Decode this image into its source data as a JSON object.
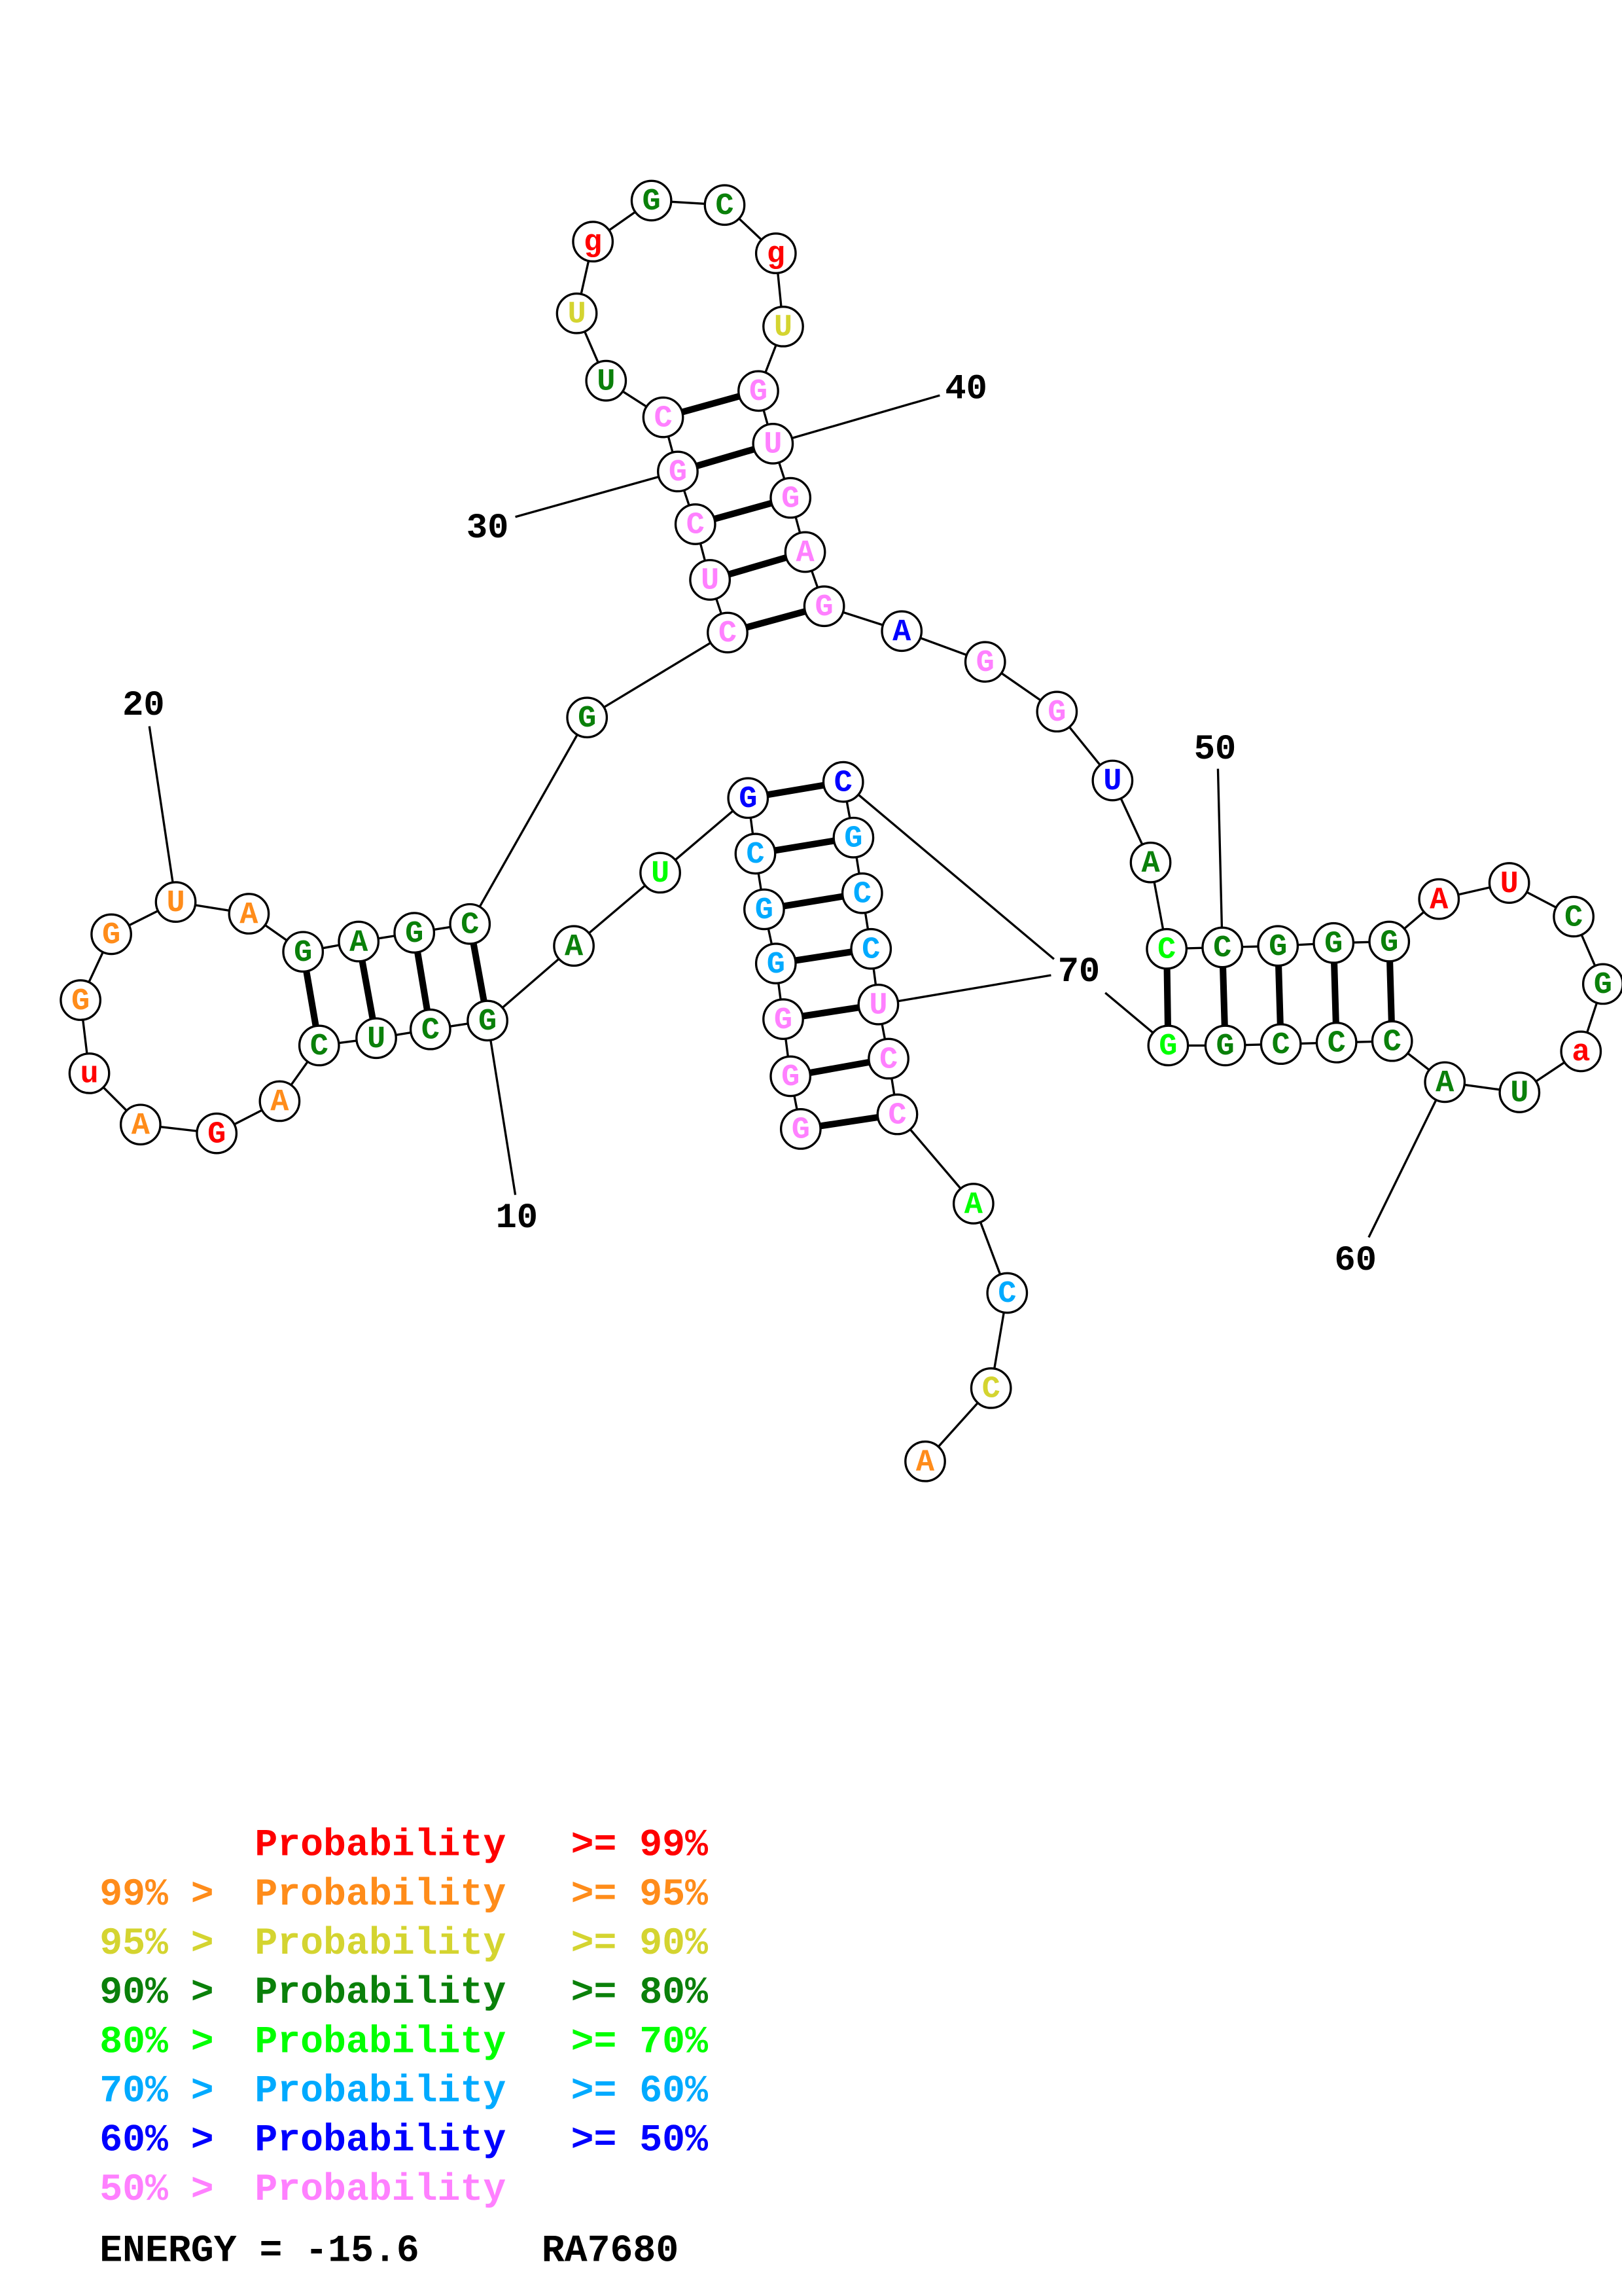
{
  "colors": [
    "#ff0000",
    "#ff8c1a",
    "#d4d430",
    "#0a800a",
    "#00ff00",
    "#00aaff",
    "#0000ff",
    "#ff80ff"
  ],
  "sequence": [
    {
      "n": "G",
      "c": 7
    },
    {
      "n": "G",
      "c": 7
    },
    {
      "n": "G",
      "c": 7
    },
    {
      "n": "G",
      "c": 5
    },
    {
      "n": "G",
      "c": 5
    },
    {
      "n": "C",
      "c": 5
    },
    {
      "n": "G",
      "c": 6
    },
    {
      "n": "U",
      "c": 4
    },
    {
      "n": "A",
      "c": 3
    },
    {
      "n": "G",
      "c": 3
    },
    {
      "n": "C",
      "c": 3
    },
    {
      "n": "U",
      "c": 3
    },
    {
      "n": "C",
      "c": 3
    },
    {
      "n": "A",
      "c": 1
    },
    {
      "n": "G",
      "c": 0
    },
    {
      "n": "A",
      "c": 1
    },
    {
      "n": "u",
      "c": 0
    },
    {
      "n": "G",
      "c": 1
    },
    {
      "n": "G",
      "c": 1
    },
    {
      "n": "U",
      "c": 1
    },
    {
      "n": "A",
      "c": 1
    },
    {
      "n": "G",
      "c": 3
    },
    {
      "n": "A",
      "c": 3
    },
    {
      "n": "G",
      "c": 3
    },
    {
      "n": "C",
      "c": 3
    },
    {
      "n": "G",
      "c": 3
    },
    {
      "n": "C",
      "c": 7
    },
    {
      "n": "U",
      "c": 7
    },
    {
      "n": "C",
      "c": 7
    },
    {
      "n": "G",
      "c": 7
    },
    {
      "n": "C",
      "c": 7
    },
    {
      "n": "U",
      "c": 3
    },
    {
      "n": "U",
      "c": 2
    },
    {
      "n": "g",
      "c": 0
    },
    {
      "n": "G",
      "c": 3
    },
    {
      "n": "C",
      "c": 3
    },
    {
      "n": "g",
      "c": 0
    },
    {
      "n": "U",
      "c": 2
    },
    {
      "n": "G",
      "c": 7
    },
    {
      "n": "U",
      "c": 7
    },
    {
      "n": "G",
      "c": 7
    },
    {
      "n": "A",
      "c": 7
    },
    {
      "n": "G",
      "c": 7
    },
    {
      "n": "A",
      "c": 6
    },
    {
      "n": "G",
      "c": 7
    },
    {
      "n": "G",
      "c": 7
    },
    {
      "n": "U",
      "c": 6
    },
    {
      "n": "A",
      "c": 3
    },
    {
      "n": "C",
      "c": 4
    },
    {
      "n": "C",
      "c": 3
    },
    {
      "n": "G",
      "c": 3
    },
    {
      "n": "G",
      "c": 3
    },
    {
      "n": "G",
      "c": 3
    },
    {
      "n": "A",
      "c": 0
    },
    {
      "n": "U",
      "c": 0
    },
    {
      "n": "C",
      "c": 3
    },
    {
      "n": "G",
      "c": 3
    },
    {
      "n": "a",
      "c": 0
    },
    {
      "n": "U",
      "c": 3
    },
    {
      "n": "A",
      "c": 3
    },
    {
      "n": "C",
      "c": 3
    },
    {
      "n": "C",
      "c": 3
    },
    {
      "n": "C",
      "c": 3
    },
    {
      "n": "G",
      "c": 3
    },
    {
      "n": "G",
      "c": 4
    },
    {
      "n": "C",
      "c": 6
    },
    {
      "n": "G",
      "c": 5
    },
    {
      "n": "C",
      "c": 5
    },
    {
      "n": "C",
      "c": 5
    },
    {
      "n": "U",
      "c": 7
    },
    {
      "n": "C",
      "c": 7
    },
    {
      "n": "C",
      "c": 7
    },
    {
      "n": "A",
      "c": 4
    },
    {
      "n": "C",
      "c": 5
    },
    {
      "n": "C",
      "c": 2
    },
    {
      "n": "A",
      "c": 1
    }
  ],
  "pairs": [
    [
      1,
      72
    ],
    [
      2,
      71
    ],
    [
      3,
      70
    ],
    [
      4,
      69
    ],
    [
      5,
      68
    ],
    [
      6,
      67
    ],
    [
      7,
      66
    ],
    [
      10,
      25
    ],
    [
      11,
      24
    ],
    [
      12,
      23
    ],
    [
      13,
      22
    ],
    [
      27,
      43
    ],
    [
      28,
      42
    ],
    [
      29,
      41
    ],
    [
      30,
      40
    ],
    [
      31,
      39
    ],
    [
      49,
      65
    ],
    [
      50,
      64
    ],
    [
      51,
      63
    ],
    [
      52,
      62
    ],
    [
      53,
      61
    ]
  ],
  "position_labels": [
    "10",
    "20",
    "30",
    "40",
    "50",
    "60",
    "70"
  ],
  "legend": [
    {
      "prefix": "",
      "label": "Probability",
      "suffix": ">= 99%",
      "c": 0
    },
    {
      "prefix": "99% >",
      "label": "Probability",
      "suffix": ">= 95%",
      "c": 1
    },
    {
      "prefix": "95% >",
      "label": "Probability",
      "suffix": ">= 90%",
      "c": 2
    },
    {
      "prefix": "90% >",
      "label": "Probability",
      "suffix": ">= 80%",
      "c": 3
    },
    {
      "prefix": "80% >",
      "label": "Probability",
      "suffix": ">= 70%",
      "c": 4
    },
    {
      "prefix": "70% >",
      "label": "Probability",
      "suffix": ">= 60%",
      "c": 5
    },
    {
      "prefix": "60% >",
      "label": "Probability",
      "suffix": ">= 50%",
      "c": 6
    },
    {
      "prefix": "50% >",
      "label": "Probability",
      "suffix": "",
      "c": 7
    }
  ],
  "footer": {
    "energy": "ENERGY = -15.6",
    "name": "RA7680"
  }
}
